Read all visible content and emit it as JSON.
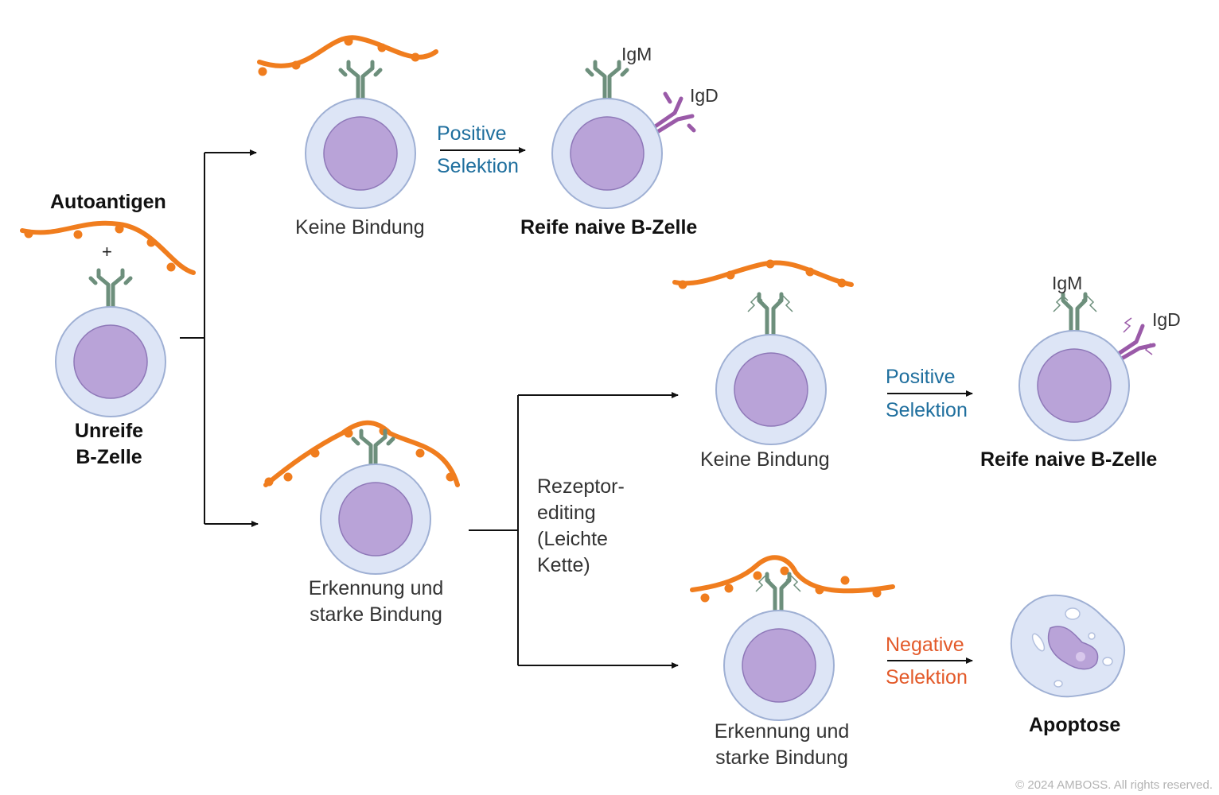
{
  "colors": {
    "antigen": "#f07d1e",
    "receptor": "#6d8f7c",
    "igd": "#9a5aa8",
    "cell_outer": "#dde5f6",
    "cell_stroke": "#9fb0d4",
    "nucleus": "#b9a3d8",
    "nucleus_stroke": "#8e78b8",
    "positive": "#1f6f9e",
    "negative": "#e35a2a",
    "arrow": "#111111"
  },
  "labels": {
    "autoantigen": "Autoantigen",
    "plus": "+",
    "immature_line1": "Unreife",
    "immature_line2": "B-Zelle",
    "no_binding_1": "Keine Bindung",
    "positive_word_1": "Positive",
    "selection_word_1": "Selektion",
    "mature_1": "Reife naive B-Zelle",
    "igm_1": "IgM",
    "igd_1": "IgD",
    "strong_1_line1": "Erkennung und",
    "strong_1_line2": "starke Bindung",
    "editing_line1": "Rezeptor-",
    "editing_line2": "editing",
    "editing_line3": "(Leichte",
    "editing_line4": "Kette)",
    "no_binding_2": "Keine Bindung",
    "positive_word_2": "Positive",
    "selection_word_2": "Selektion",
    "mature_2": "Reife naive B-Zelle",
    "igm_2": "IgM",
    "igd_2": "IgD",
    "strong_2_line1": "Erkennung und",
    "strong_2_line2": "starke Bindung",
    "negative_word": "Negative",
    "selection_word_3": "Selektion",
    "apoptosis": "Apoptose",
    "copyright": "© 2024 AMBOSS. All rights reserved."
  }
}
